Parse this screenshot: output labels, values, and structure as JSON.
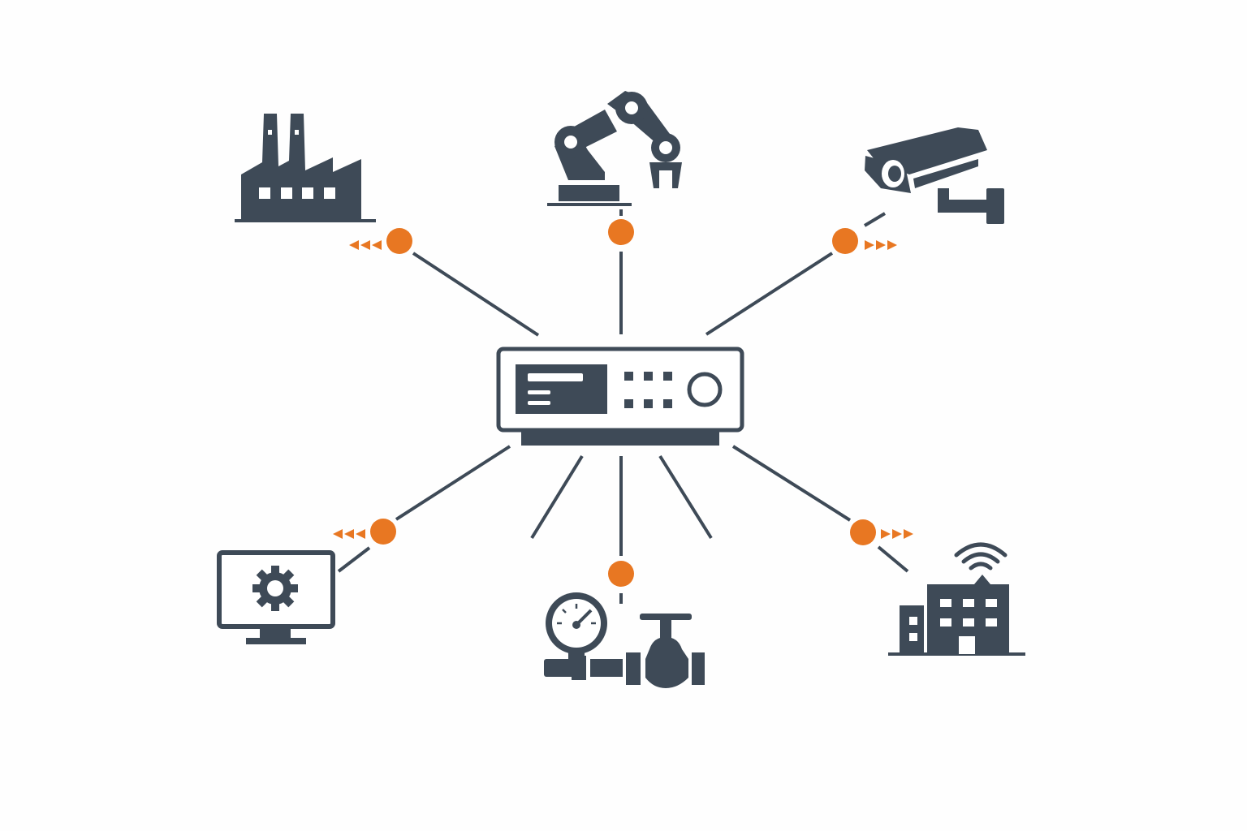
{
  "colors": {
    "primary": "#3e4a57",
    "accent": "#e87722",
    "background": "#fefefe"
  },
  "hub": {
    "icon": "gateway-device-icon"
  },
  "nodes": [
    {
      "icon": "factory-icon",
      "flow": "inbound"
    },
    {
      "icon": "robotic-arm-icon",
      "flow": "none"
    },
    {
      "icon": "security-camera-icon",
      "flow": "outbound"
    },
    {
      "icon": "monitor-settings-icon",
      "flow": "inbound"
    },
    {
      "icon": "pressure-gauge-valve-icon",
      "flow": "none"
    },
    {
      "icon": "smart-building-icon",
      "flow": "outbound"
    }
  ]
}
